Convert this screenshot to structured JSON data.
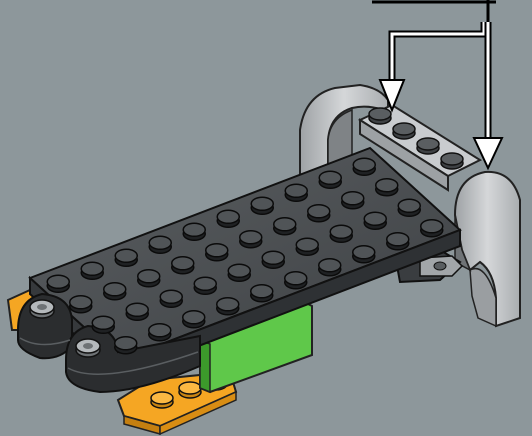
{
  "instruction_step": {
    "background_color": "#8d979b",
    "parts": [
      {
        "name": "dark-grey-plate",
        "color": "#4a4d50",
        "studs_across": 10,
        "studs_deep": 4
      },
      {
        "name": "light-grey-arch",
        "color": "#b9bcbf"
      },
      {
        "name": "light-grey-plate",
        "color": "#b9bcbf"
      },
      {
        "name": "green-brick",
        "color": "#5fc84a"
      },
      {
        "name": "orange-plate",
        "color": "#f5a623"
      },
      {
        "name": "black-round-plates",
        "color": "#2b2d2f"
      }
    ],
    "callout_arrows": {
      "count": 2,
      "color": "#ffffff",
      "outline": "#000000"
    }
  }
}
